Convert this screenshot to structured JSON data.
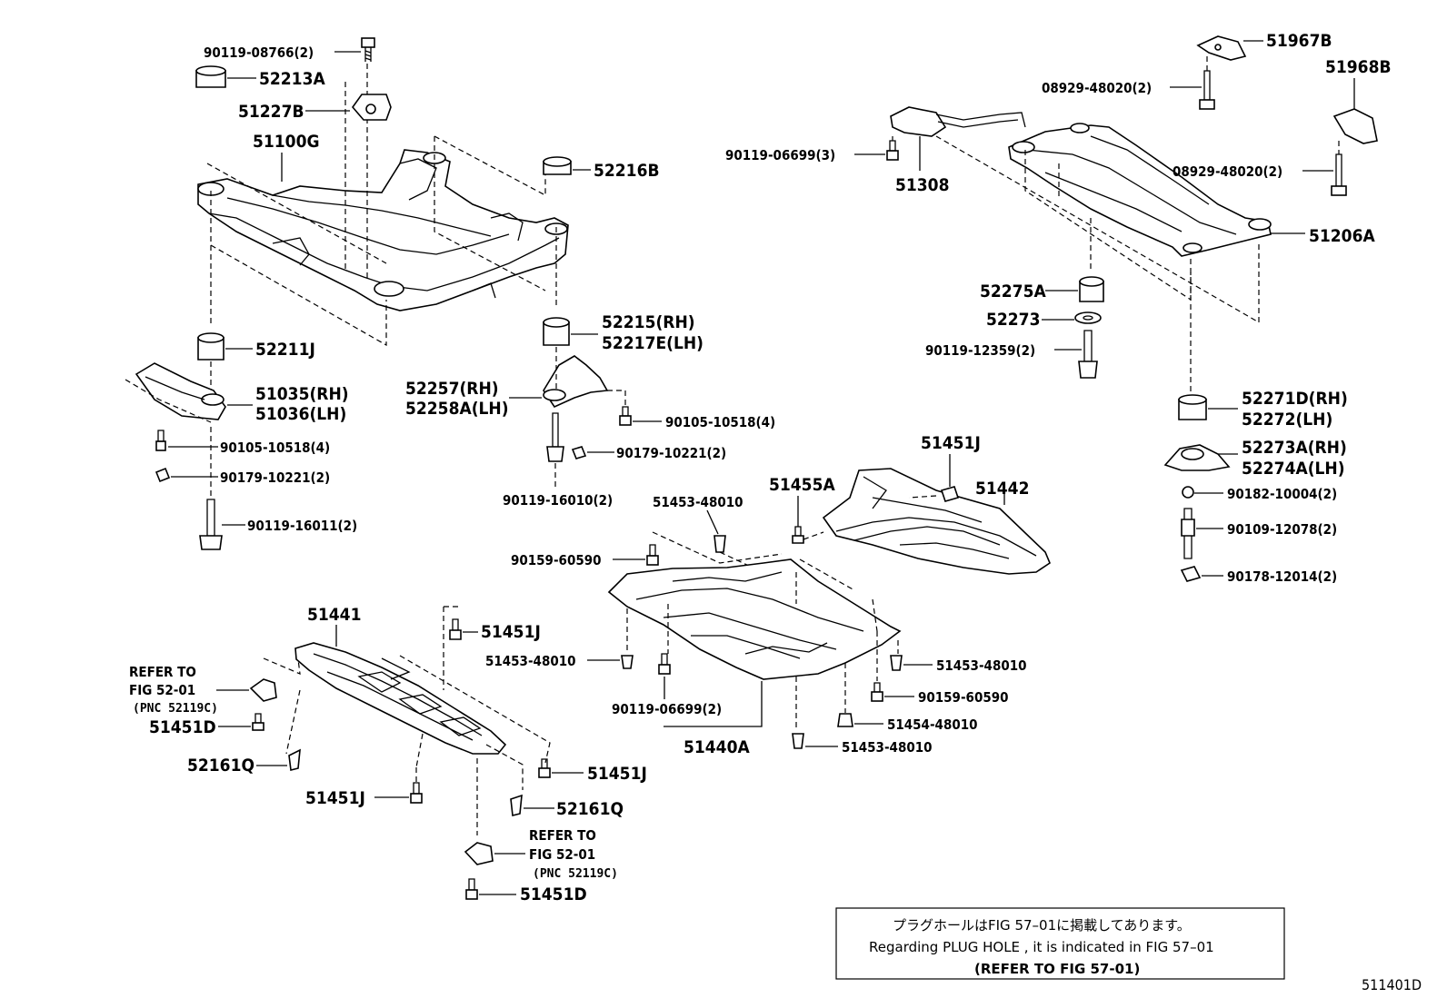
{
  "labels": {
    "p90119_08766": "90119-08766(2)",
    "p52213A": "52213A",
    "p51227B": "51227B",
    "p51100G": "51100G",
    "p52216B": "52216B",
    "p52211J": "52211J",
    "p51035": "51035(RH)",
    "p51036": "51036(LH)",
    "p90105_a": "90105-10518(4)",
    "p90179_a": "90179-10221(2)",
    "p90119_16011": "90119-16011(2)",
    "p52215": "52215(RH)",
    "p52217E": "52217E(LH)",
    "p52257": "52257(RH)",
    "p52258A": "52258A(LH)",
    "p90105_b": "90105-10518(4)",
    "p90179_b": "90179-10221(2)",
    "p90119_16010": "90119-16010(2)",
    "p51967B": "51967B",
    "p08929_a": "08929-48020(2)",
    "p51968B": "51968B",
    "p90119_06699_a": "90119-06699(3)",
    "p51308": "51308",
    "p08929_b": "08929-48020(2)",
    "p51206A": "51206A",
    "p52275A": "52275A",
    "p52273": "52273",
    "p90119_12359": "90119-12359(2)",
    "p52271D": "52271D(RH)",
    "p52272": "52272(LH)",
    "p52273A": "52273A(RH)",
    "p52274A": "52274A(LH)",
    "p90182": "90182-10004(2)",
    "p90109": "90109-12078(2)",
    "p90178": "90178-12014(2)",
    "p51451J_a": "51451J",
    "p51455A": "51455A",
    "p51442": "51442",
    "p51453_a": "51453-48010",
    "p90159_a": "90159-60590",
    "p51441": "51441",
    "p51451J_b": "51451J",
    "p51453_b": "51453-48010",
    "p90119_06699_b": "90119-06699(2)",
    "p51440A": "51440A",
    "p51453_c": "51453-48010",
    "p90159_b": "90159-60590",
    "p51454": "51454-48010",
    "p51453_d": "51453-48010",
    "refer_a_1": "REFER TO",
    "refer_a_2": "FIG 52-01",
    "refer_a_3": "(PNC 52119C)",
    "p51451D_a": "51451D",
    "p52161Q_a": "52161Q",
    "p51451J_c": "51451J",
    "p51451J_d": "51451J",
    "p52161Q_b": "52161Q",
    "refer_b_1": "REFER TO",
    "refer_b_2": "FIG 52-01",
    "refer_b_3": "(PNC 52119C)",
    "p51451D_b": "51451D"
  },
  "note": {
    "line_jp": "プラグホールはFIG 57–01に掲載してあります。",
    "line_en": "Regarding  PLUG  HOLE , it is indicated in FIG  57–01",
    "line_ref": "(REFER TO FIG 57-01)"
  },
  "figure_id": "511401D"
}
